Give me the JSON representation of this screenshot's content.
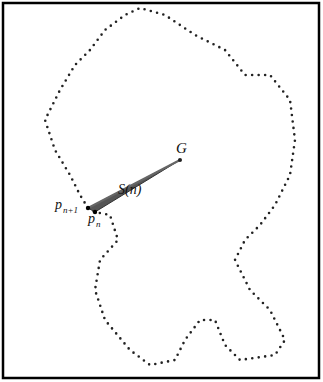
{
  "diagram": {
    "labels": [
      "S(n)",
      "G",
      "p",
      "n+1",
      "p",
      "n"
    ]
  }
}
